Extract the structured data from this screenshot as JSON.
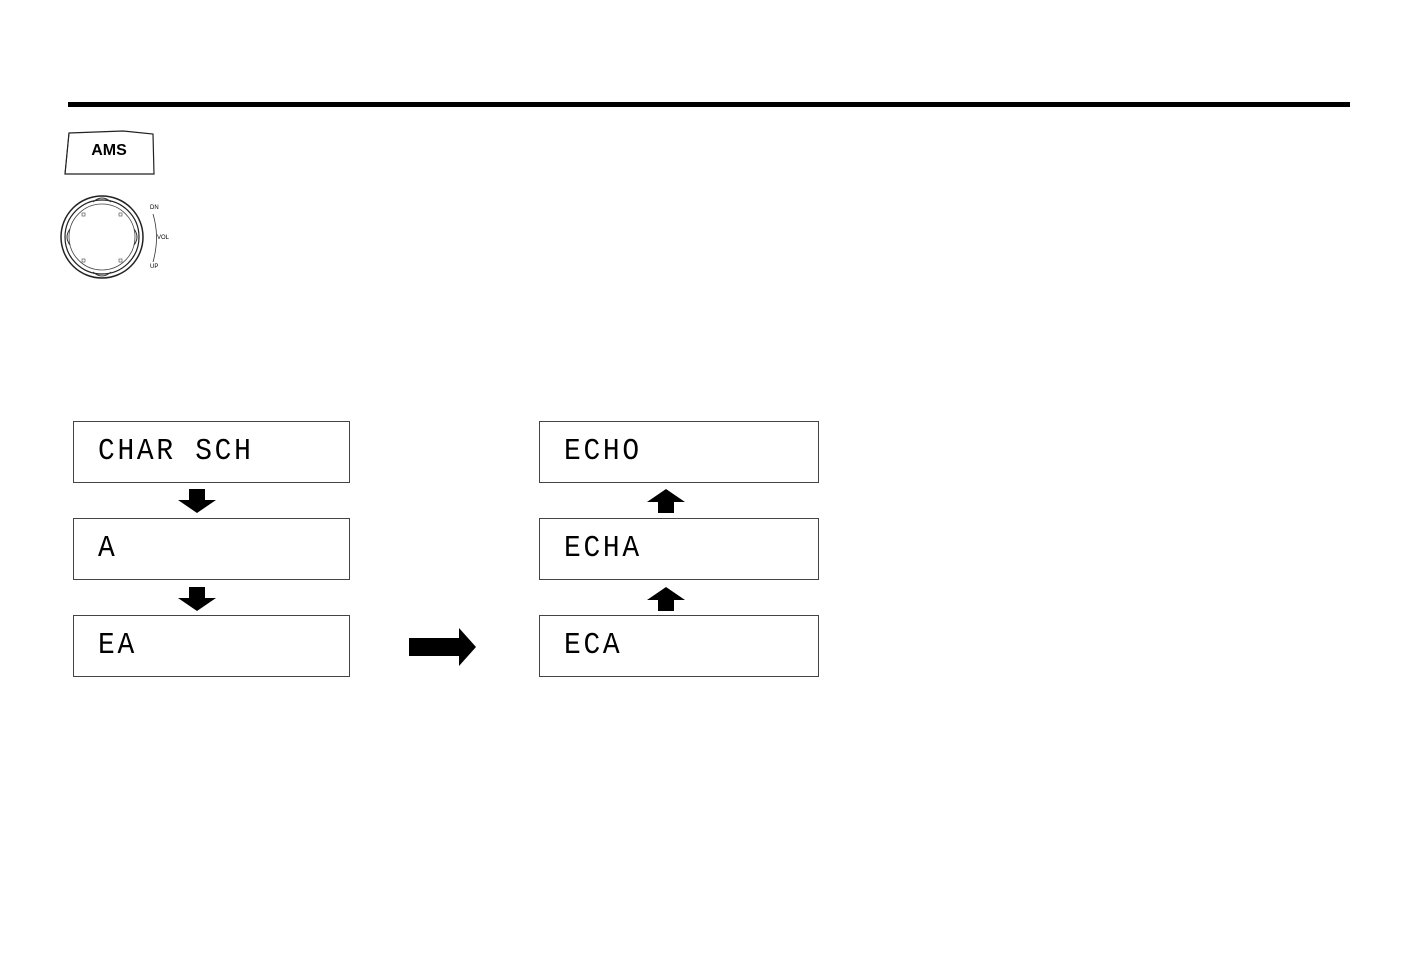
{
  "buttons": {
    "ams_label": "AMS"
  },
  "knob": {
    "labels": {
      "top": "DN",
      "middle": "VOL",
      "bottom": "UP"
    }
  },
  "displays": {
    "left": [
      "CHAR SCH",
      "A",
      "EA"
    ],
    "right": [
      "ECHO",
      "ECHA",
      "ECA"
    ]
  },
  "icons": {
    "down_arrow": "down-arrow-icon",
    "up_arrow": "up-arrow-icon",
    "right_arrow": "right-arrow-icon"
  }
}
